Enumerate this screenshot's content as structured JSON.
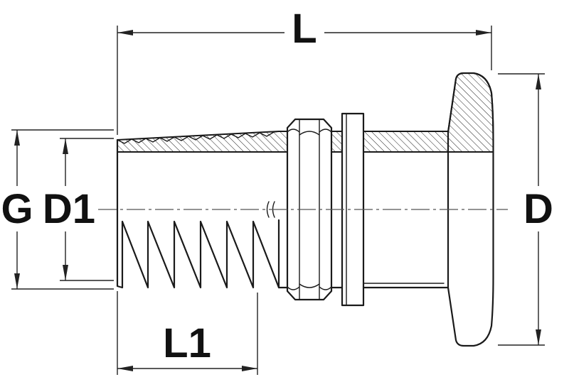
{
  "drawing": {
    "labels": {
      "overall_length": "L",
      "thread_size": "G",
      "barb_diameter": "D1",
      "flange_diameter": "D",
      "barb_length": "L1"
    },
    "colors": {
      "background": "#ffffff",
      "line": "#1a1a1a",
      "dimension": "#222222",
      "centerline": "#555555"
    }
  }
}
